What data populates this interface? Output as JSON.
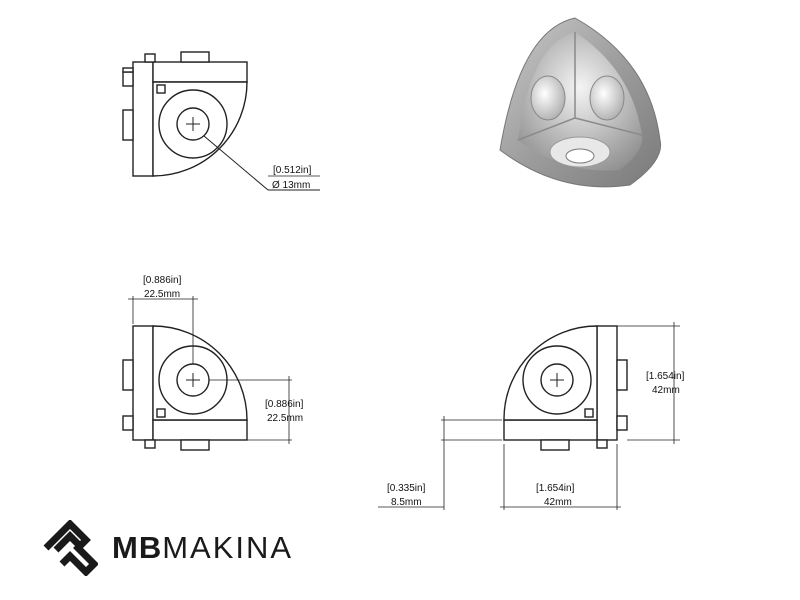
{
  "views": {
    "top_left": {
      "bore_diameter_in": "[0.512in]",
      "bore_diameter_mm": "Ø 13mm"
    },
    "front": {
      "hole_horizontal_in": "[0.886in]",
      "hole_horizontal_mm": "22.5mm",
      "hole_vertical_in": "[0.886in]",
      "hole_vertical_mm": "22.5mm"
    },
    "side": {
      "height_in": "[1.654in]",
      "height_mm": "42mm",
      "width_in": "[1.654in]",
      "width_mm": "42mm",
      "offset_in": "[0.335in]",
      "offset_mm": "8.5mm"
    }
  },
  "logo": {
    "bold": "MB",
    "light": "MAKINA"
  }
}
